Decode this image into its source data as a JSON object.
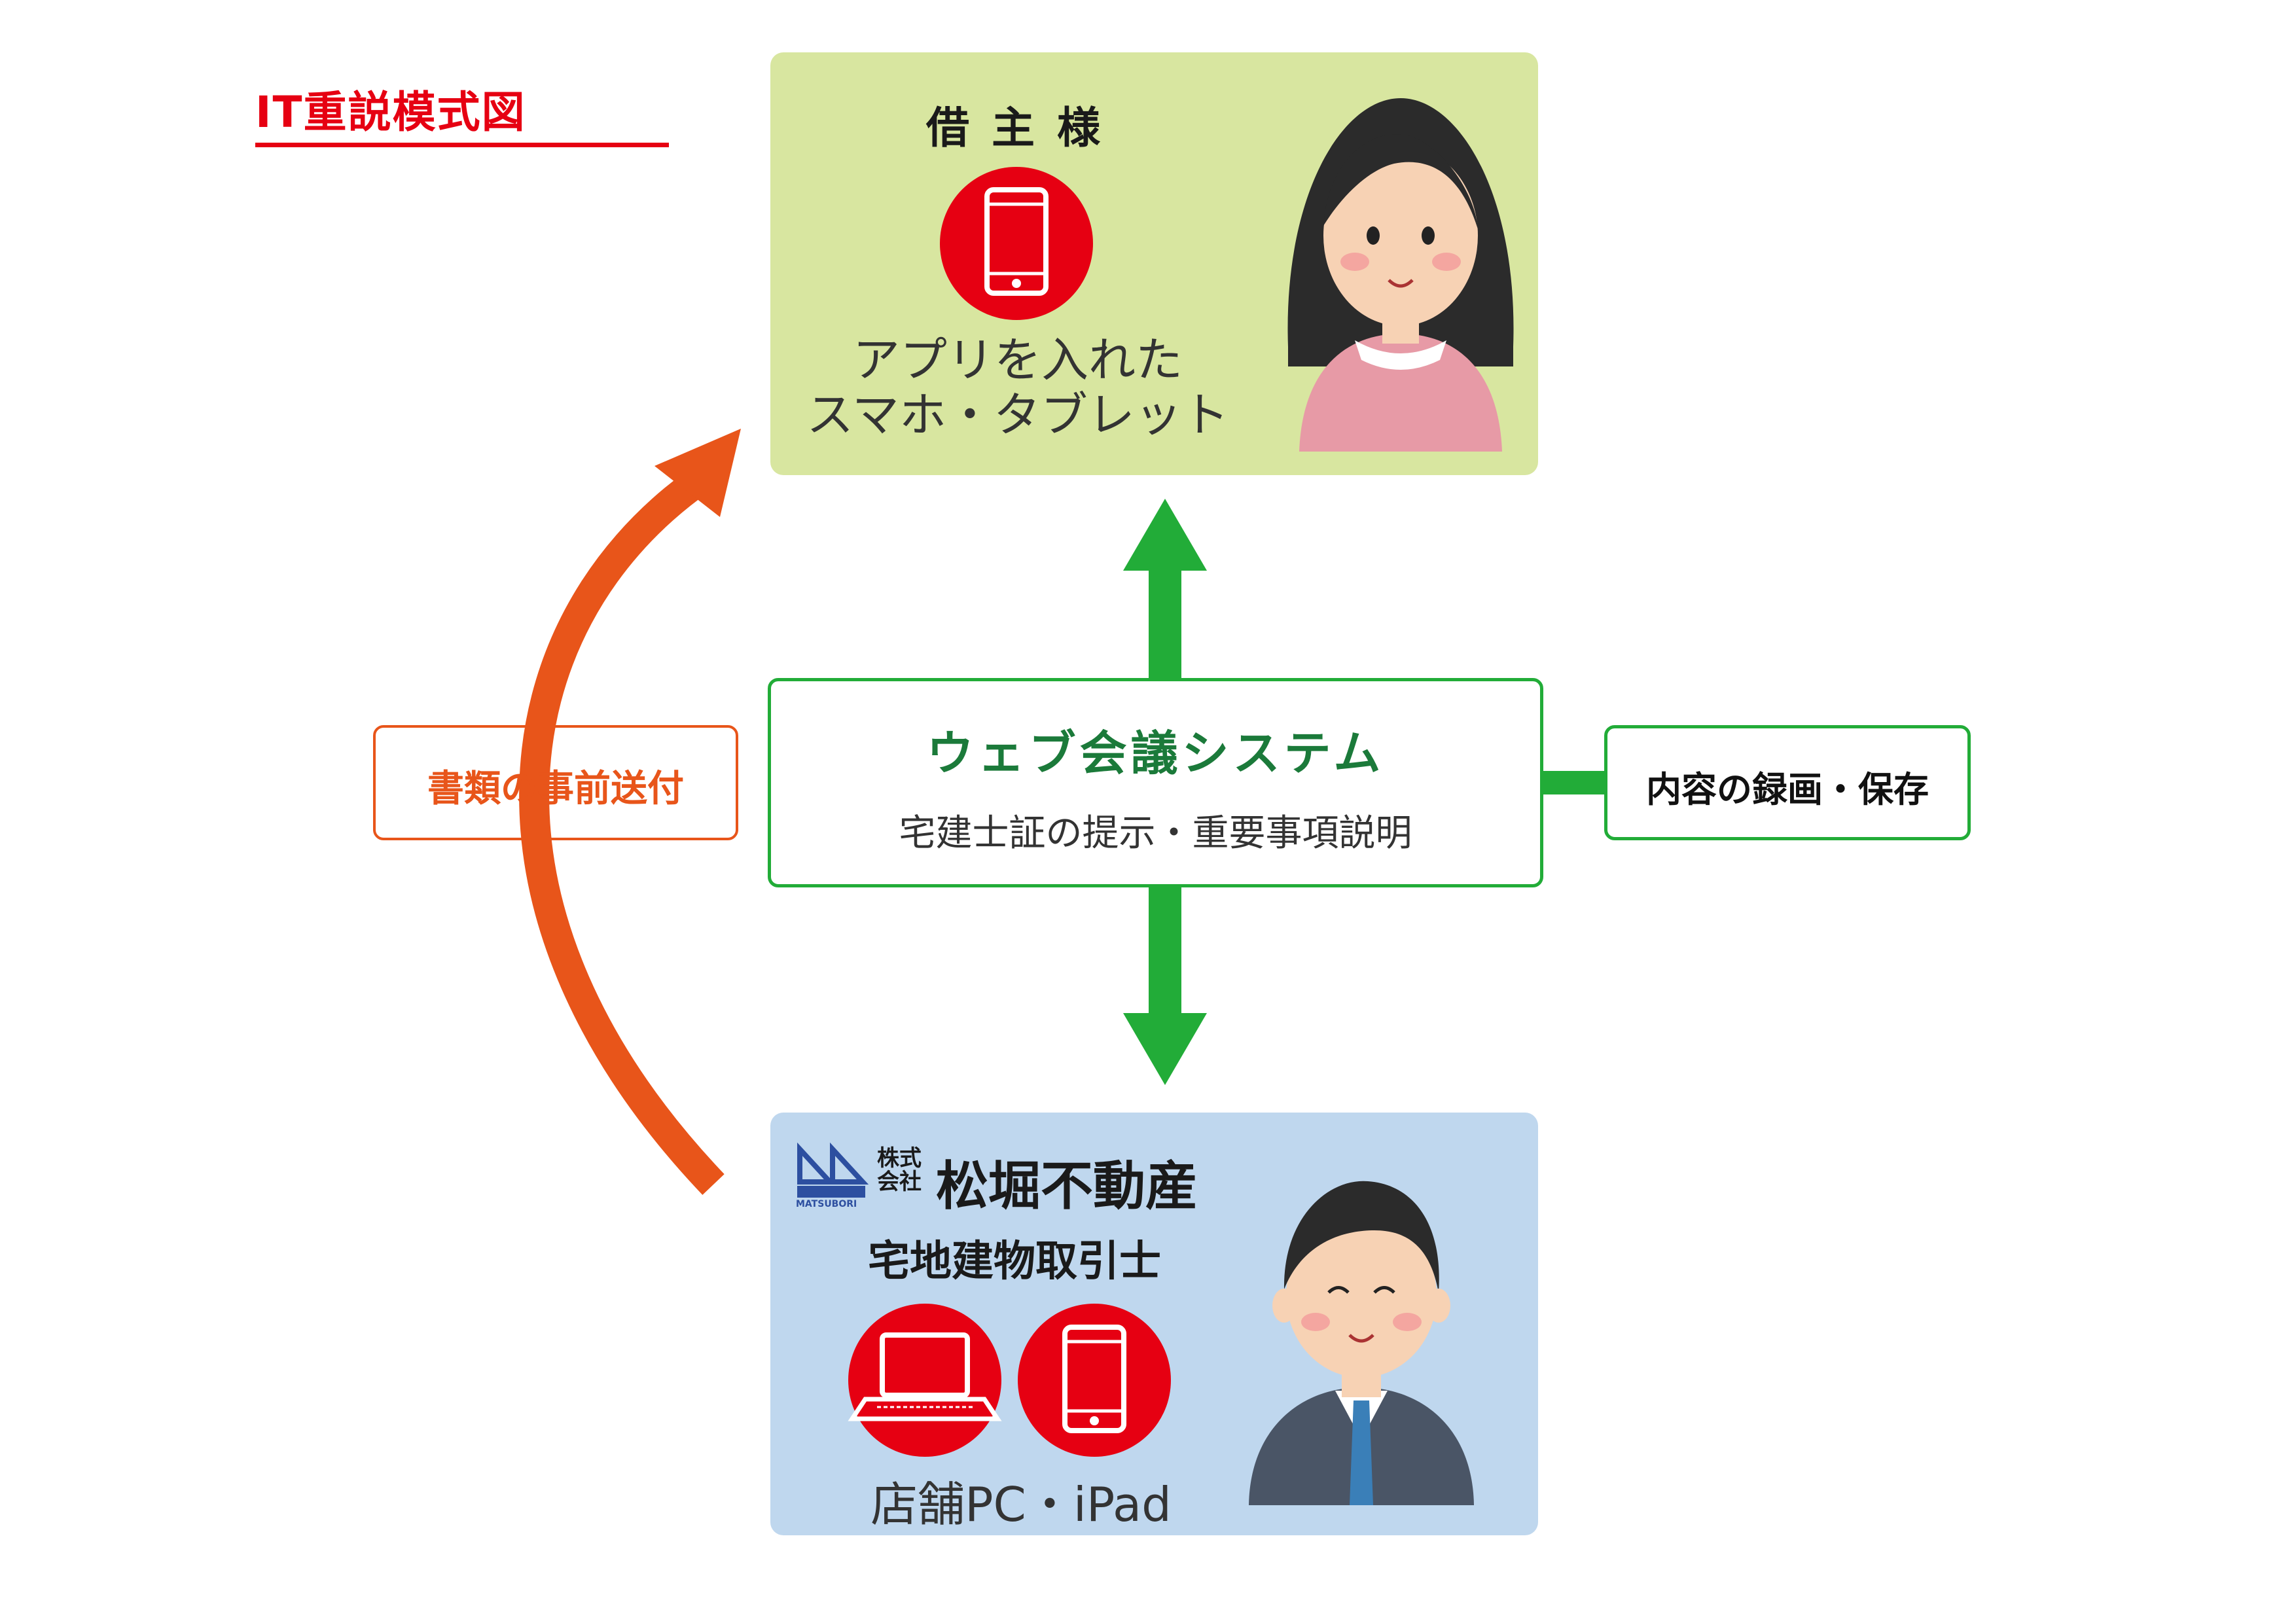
{
  "title": "IT重説模式図",
  "borrower": {
    "label": "借主様",
    "device_line1": "アプリを入れた",
    "device_line2": "スマホ・タブレット"
  },
  "center": {
    "title": "ウェブ会議システム",
    "subtitle": "宅建士証の提示・重要事項説明"
  },
  "record_label": "内容の録画・保存",
  "docs_label": "書類の事前送付",
  "agent": {
    "company_prefix_line1": "株式",
    "company_prefix_line2": "会社",
    "company_name": "松堀不動産",
    "logo_caption": "MATSUBORI",
    "role": "宅地建物取引士",
    "devices_label": "店舗PC・iPad"
  },
  "colors": {
    "title_red": "#e60012",
    "arrow_green": "#22ac38",
    "arrow_orange": "#e8551a",
    "top_box": "#d8e6a0",
    "bottom_box": "#bfd7ee"
  }
}
